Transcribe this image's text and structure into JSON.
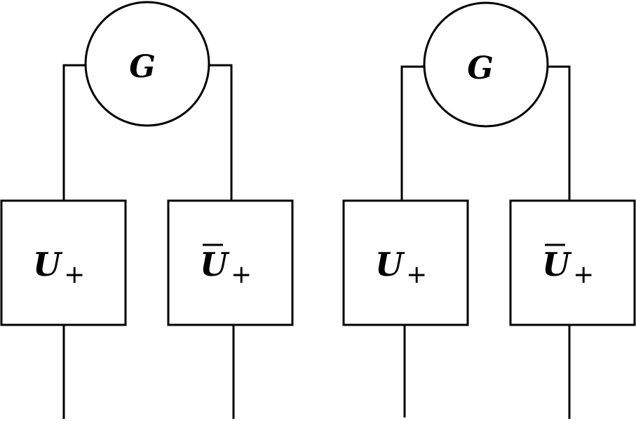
{
  "diagrams": [
    {
      "gate": {
        "label": "G"
      },
      "left_box": {
        "label": "U",
        "subscript": "+",
        "overline": false
      },
      "right_box": {
        "label": "U",
        "subscript": "+",
        "overline": true
      }
    },
    {
      "gate": {
        "label": "G"
      },
      "left_box": {
        "label": "U",
        "subscript": "+",
        "overline": false
      },
      "right_box": {
        "label": "U",
        "subscript": "+",
        "overline": true
      }
    }
  ]
}
